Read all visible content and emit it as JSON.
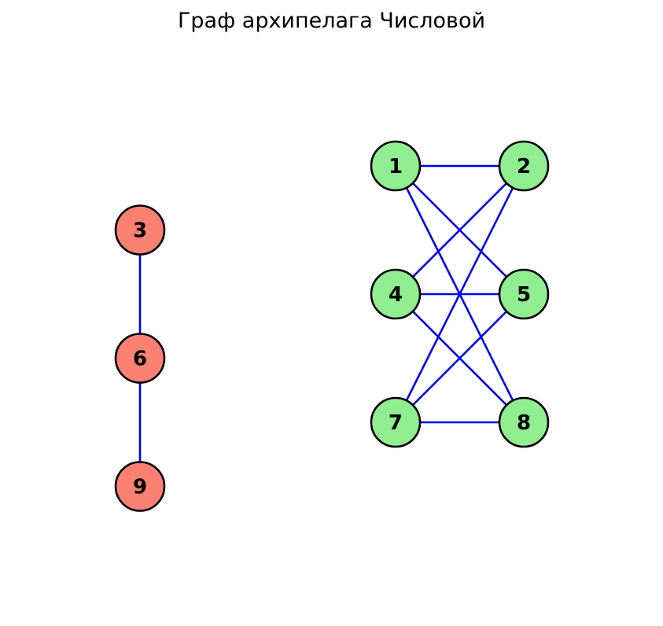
{
  "title": "Граф архипелага Числовой",
  "colors": {
    "edge": "#0000ee",
    "node_stroke": "#000000",
    "component_left": "#fa8072",
    "component_right": "#90ee90"
  },
  "nodes": [
    {
      "id": "1",
      "col": 1,
      "row": 0,
      "group": "right"
    },
    {
      "id": "2",
      "col": 2,
      "row": 0,
      "group": "right"
    },
    {
      "id": "3",
      "col": 0,
      "row": 0.5,
      "group": "left"
    },
    {
      "id": "4",
      "col": 1,
      "row": 1,
      "group": "right"
    },
    {
      "id": "5",
      "col": 2,
      "row": 1,
      "group": "right"
    },
    {
      "id": "6",
      "col": 0,
      "row": 1.5,
      "group": "left"
    },
    {
      "id": "7",
      "col": 1,
      "row": 2,
      "group": "right"
    },
    {
      "id": "8",
      "col": 2,
      "row": 2,
      "group": "right"
    },
    {
      "id": "9",
      "col": 0,
      "row": 2.5,
      "group": "left"
    }
  ],
  "edges": [
    [
      "1",
      "2"
    ],
    [
      "1",
      "5"
    ],
    [
      "1",
      "8"
    ],
    [
      "2",
      "4"
    ],
    [
      "2",
      "7"
    ],
    [
      "4",
      "5"
    ],
    [
      "4",
      "8"
    ],
    [
      "5",
      "7"
    ],
    [
      "7",
      "8"
    ],
    [
      "3",
      "6"
    ],
    [
      "6",
      "9"
    ]
  ]
}
